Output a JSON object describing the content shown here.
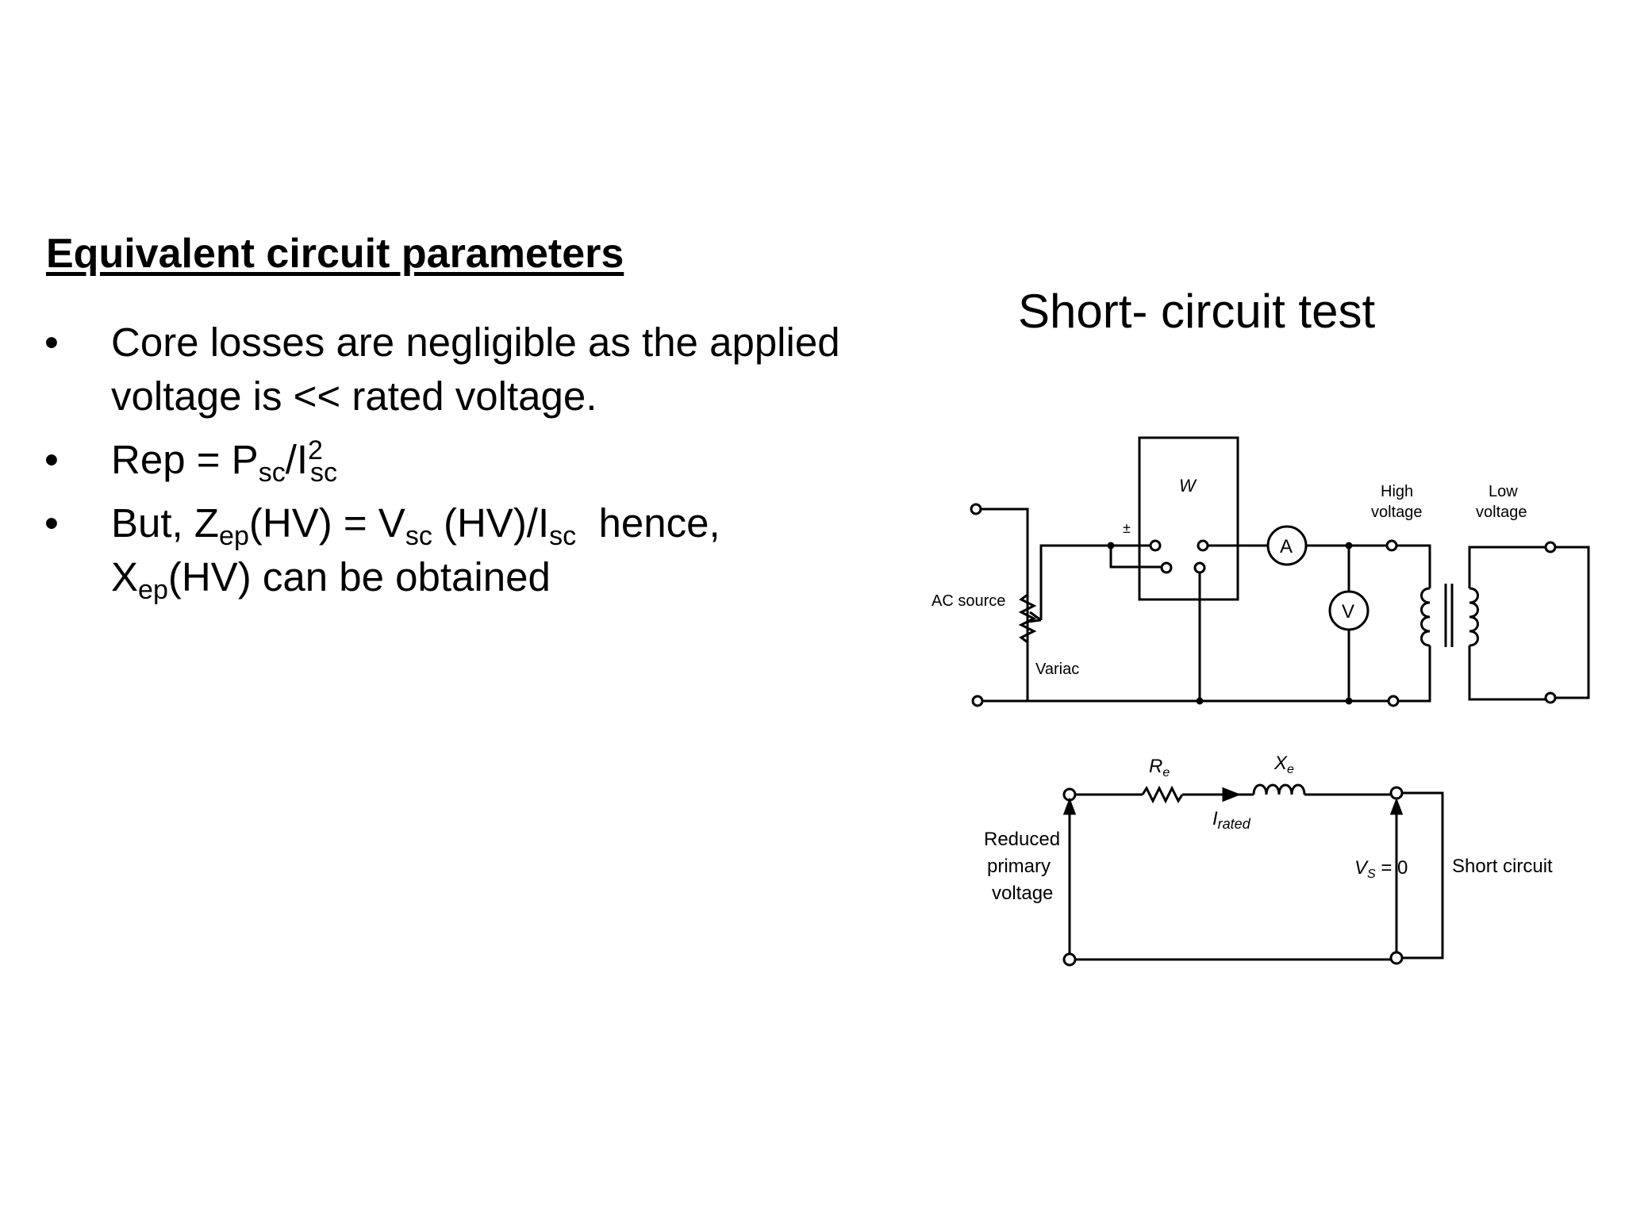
{
  "heading": "Equivalent circuit parameters",
  "bullets": [
    {
      "dot": "•",
      "line1": "Core losses are negligible as the applied",
      "line2": "voltage is << rated voltage."
    },
    {
      "dot": "•",
      "rep": "Rep = P",
      "sc1": "sc",
      "slash_i": "/I",
      "sq": "2",
      "sc2": "sc"
    },
    {
      "dot": "•",
      "but": "But, Z",
      "ep1": "ep",
      "hv1": "(HV) = V",
      "sc1": "sc",
      "hv2": " (HV)/I",
      "sc2": "sc",
      "hence": "  hence,",
      "x": "X",
      "ep2": "ep",
      "tail": "(HV) can be obtained"
    }
  ],
  "diagram_title": "Short- circuit test",
  "test_circuit": {
    "wattmeter": "W",
    "polarity": "±",
    "ammeter": "A",
    "voltmeter": "V",
    "high_voltage": [
      "High",
      "voltage"
    ],
    "low_voltage": [
      "Low",
      "voltage"
    ],
    "ac_source": "AC source",
    "variac": "Variac"
  },
  "equivalent_circuit": {
    "re": "R",
    "re_sub": "e",
    "xe": "X",
    "xe_sub": "e",
    "i": "I",
    "i_sub": "rated",
    "reduced": [
      "Reduced",
      "primary",
      "voltage"
    ],
    "vs": "V",
    "vs_sub": "S",
    "vs_eq": " = 0",
    "short_circuit": "Short circuit"
  }
}
